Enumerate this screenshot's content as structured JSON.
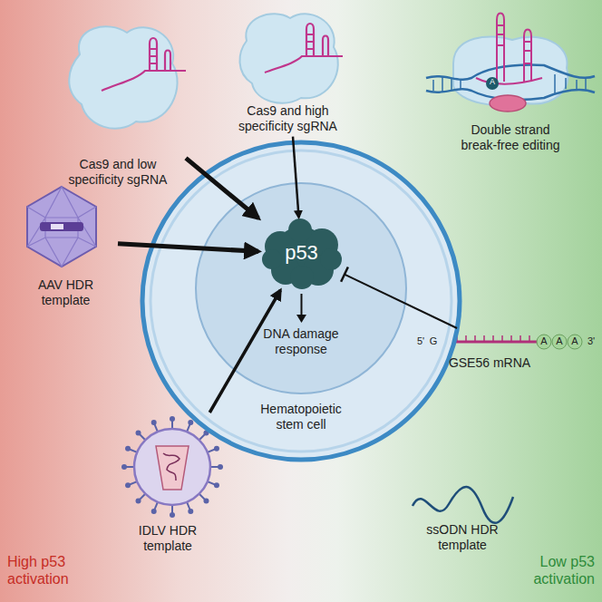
{
  "diagram": {
    "nodes": [
      {
        "text": [
          "Cas9 and low specificity sgRNA"
        ]
      },
      {
        "text": [
          "Cas9 and high specificity sgRNA"
        ]
      },
      {
        "text": [
          "A",
          "Double strand break-free editing"
        ]
      },
      {
        "text": [
          "AAV HDR template"
        ]
      },
      {
        "text": [
          "Hematopoietic stem cell"
        ]
      },
      {
        "text": [
          "p53"
        ],
        "in": 4
      },
      {
        "text": [
          "5'",
          "G",
          "A",
          "A",
          "A",
          "3'",
          "GSE56 mRNA"
        ]
      },
      {
        "text": [
          "IDLV HDR template"
        ]
      },
      {
        "text": [
          "ssODN HDR template"
        ]
      }
    ],
    "edges": [
      {
        "from": 0,
        "to": 5,
        "arrow": "to"
      },
      {
        "from": 1,
        "to": 5,
        "arrow": "to"
      },
      {
        "from": 3,
        "to": 5,
        "arrow": "to"
      },
      {
        "from": 7,
        "to": 5,
        "arrow": "to"
      },
      {
        "from": 6,
        "to": 5,
        "arrow": "to"
      }
    ],
    "labels": [
      "DNA damage response",
      "High p53 activation",
      "Low p53 activation"
    ]
  }
}
